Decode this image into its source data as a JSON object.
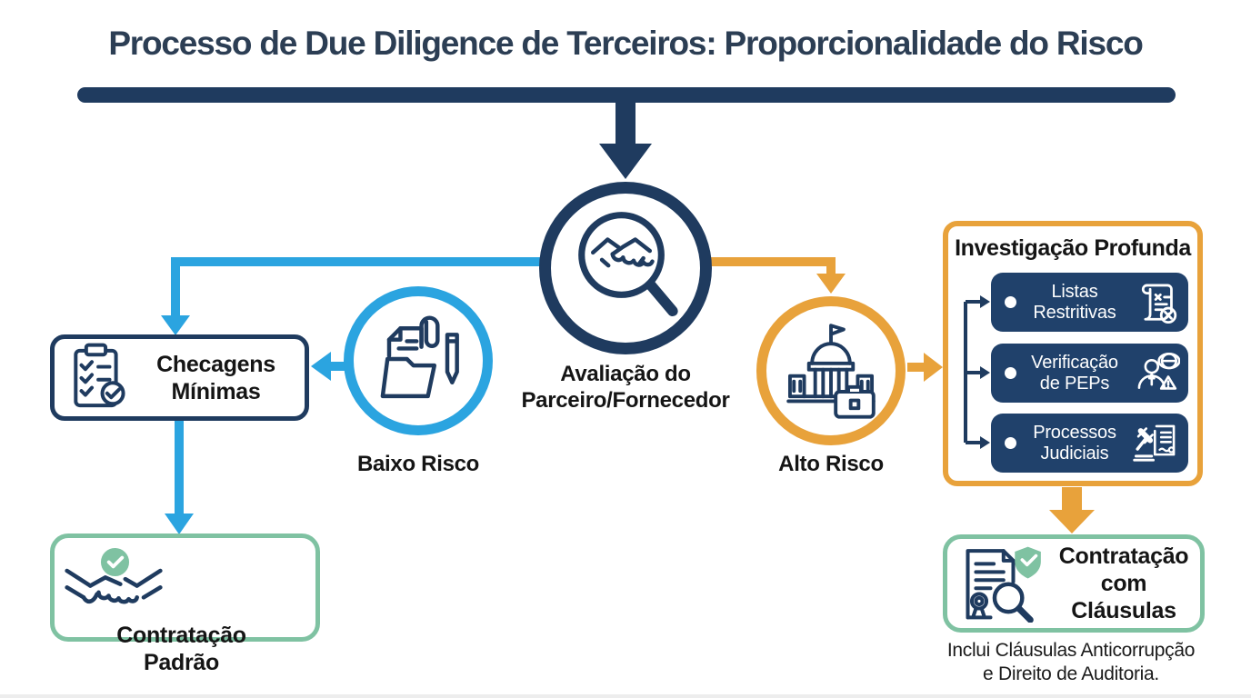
{
  "title": "Processo de Due Diligence de Terceiros: Proporcionalidade do Risco",
  "colors": {
    "navy": "#1F3B5F",
    "pill_navy": "#20416B",
    "blue": "#2BA4E0",
    "orange": "#E8A23B",
    "green": "#7FC2A2",
    "text": "#151515"
  },
  "central": {
    "icon": "magnifier-handshake-icon",
    "label_line1": "Avaliação do",
    "label_line2": "Parceiro/Fornecedor"
  },
  "low_risk": {
    "icon": "folder-documents-icon",
    "label": "Baixo Risco"
  },
  "high_risk": {
    "icon": "government-building-icon",
    "label": "Alto Risco"
  },
  "minimal_checks": {
    "icon": "clipboard-checklist-icon",
    "label_line1": "Checagens",
    "label_line2": "Mínimas"
  },
  "standard_contract": {
    "icon": "handshake-check-icon",
    "label_line1": "Contratação",
    "label_line2": "Padrão"
  },
  "deep_investigation": {
    "title": "Investigação Profunda",
    "items": [
      {
        "icon": "restricted-lists-icon",
        "label_line1": "Listas",
        "label_line2": "Restritivas"
      },
      {
        "icon": "pep-verification-icon",
        "label_line1": "Verificação",
        "label_line2": "de PEPs"
      },
      {
        "icon": "lawsuits-gavel-icon",
        "label_line1": "Processos",
        "label_line2": "Judiciais"
      }
    ]
  },
  "clauses_contract": {
    "icon": "contract-shield-icon",
    "label_line1": "Contratação",
    "label_line2": "com Cláusulas"
  },
  "footnote": {
    "line1": "Inclui Cláusulas Anticorrupção",
    "line2": "e Direito de Auditoria."
  }
}
